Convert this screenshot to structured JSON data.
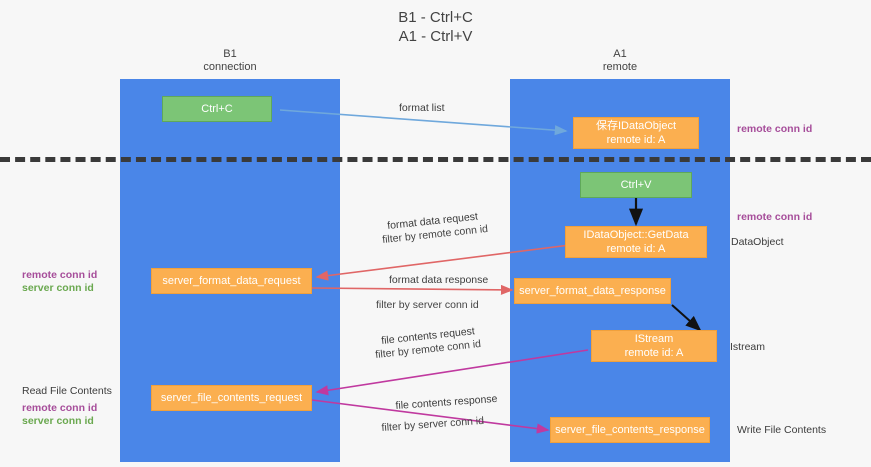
{
  "diagram": {
    "title": "B1 - Ctrl+C\nA1 - Ctrl+V",
    "background": "#f7f7f7",
    "lane_color": "#4a86e8",
    "box_colors": {
      "green": "#7cc576",
      "orange": "#fbaf50"
    },
    "accent_colors": {
      "remote_conn_id": "#a64d9a",
      "server_conn_id": "#6aa84f",
      "server_conn_id_alt": "#c0399f",
      "arrow_blue": "#6fa8dc",
      "arrow_red": "#e06666",
      "arrow_magenta": "#c0399f",
      "arrow_black": "#000000",
      "divider": "#3a3a3a"
    }
  },
  "columns": [
    {
      "name": "B1",
      "sub": "connection",
      "header": "B1\nconnection"
    },
    {
      "name": "A1",
      "sub": "remote",
      "header": "A1\nremote"
    }
  ],
  "boxes": [
    {
      "id": "ctrl-c",
      "label": "Ctrl+C",
      "sub": "",
      "color": "green"
    },
    {
      "id": "save-idataobject",
      "label": "保存IDataObject",
      "sub": "remote id: A",
      "color": "orange"
    },
    {
      "id": "ctrl-v",
      "label": "Ctrl+V",
      "sub": "",
      "color": "green"
    },
    {
      "id": "idataobject-getdata",
      "label": "IDataObject::GetData",
      "sub": "remote id: A",
      "color": "orange"
    },
    {
      "id": "server-format-data-request",
      "label": "server_format_data_request",
      "sub": "",
      "color": "orange"
    },
    {
      "id": "server-format-data-response",
      "label": "server_format_data_response",
      "sub": "",
      "color": "orange"
    },
    {
      "id": "istream",
      "label": "IStream",
      "sub": "remote id: A",
      "color": "orange"
    },
    {
      "id": "server-file-contents-request",
      "label": "server_file_contents_request",
      "sub": "",
      "color": "orange"
    },
    {
      "id": "server-file-contents-response",
      "label": "server_file_contents_response",
      "sub": "",
      "color": "orange"
    }
  ],
  "edge_labels": {
    "format_list": "format list",
    "format_data_request": "format data request",
    "format_data_request_filter_prefix": "filter by ",
    "format_data_request_filter_value": "remote conn id",
    "format_data_response": "format data response",
    "format_data_response_filter_prefix": "filter by ",
    "format_data_response_filter_value": "server conn id",
    "file_contents_request": "file contents request",
    "file_contents_request_filter_prefix": "filter by ",
    "file_contents_request_filter_value": "remote conn id",
    "file_contents_response": "file contents response",
    "file_contents_response_filter_prefix": "filter by ",
    "file_contents_response_filter_value": "server conn id"
  },
  "side_labels": {
    "left_remote_conn_id": "remote conn id",
    "left_server_conn_id": "server conn id",
    "read_file_contents": "Read File Contents",
    "left_remote_conn_id_2": "remote conn id",
    "left_server_conn_id_2": "server conn id",
    "right_remote_conn_id_top": "remote conn id",
    "right_remote_conn_id_mid": "remote conn id",
    "right_dataobject": "DataObject",
    "right_istream": "Istream",
    "right_write_file_contents": "Write File Contents"
  }
}
